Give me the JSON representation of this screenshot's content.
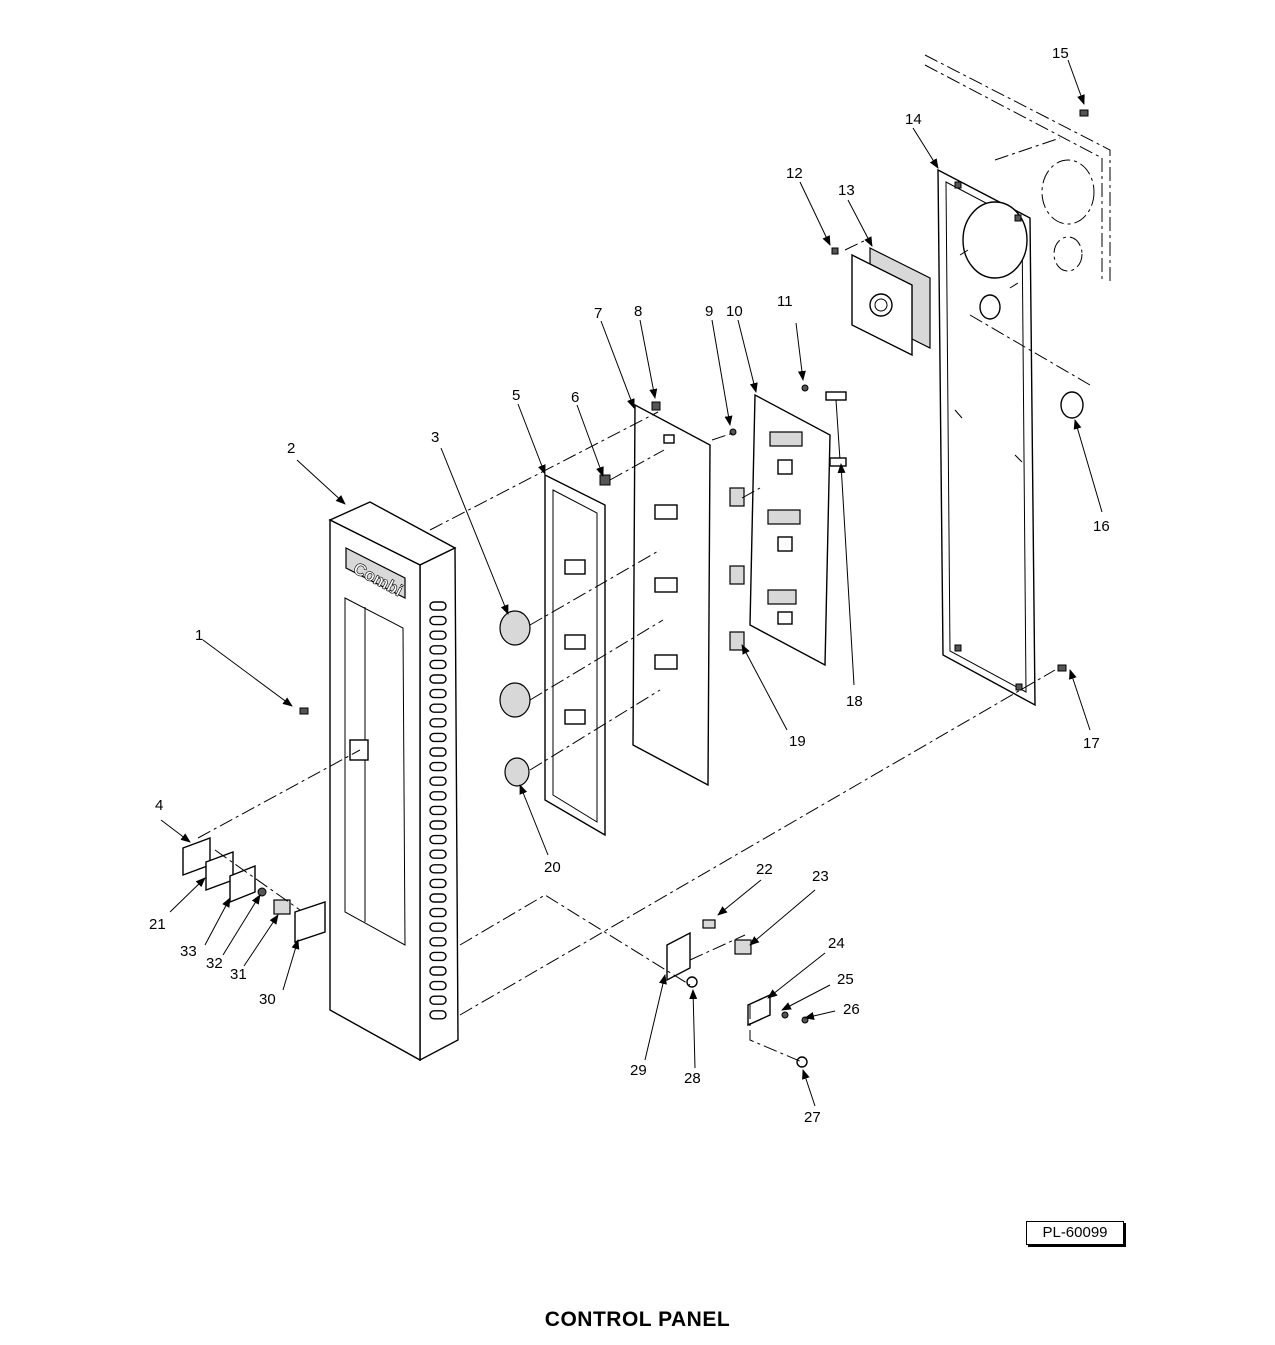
{
  "diagram": {
    "title": "CONTROL PANEL",
    "drawing_number": "PL-60099",
    "brand_label": "Combi",
    "callouts": [
      "1",
      "2",
      "3",
      "4",
      "5",
      "6",
      "7",
      "8",
      "9",
      "10",
      "11",
      "12",
      "13",
      "14",
      "15",
      "16",
      "17",
      "18",
      "19",
      "20",
      "21",
      "22",
      "23",
      "24",
      "25",
      "26",
      "27",
      "28",
      "29",
      "30",
      "31",
      "32",
      "33"
    ]
  }
}
